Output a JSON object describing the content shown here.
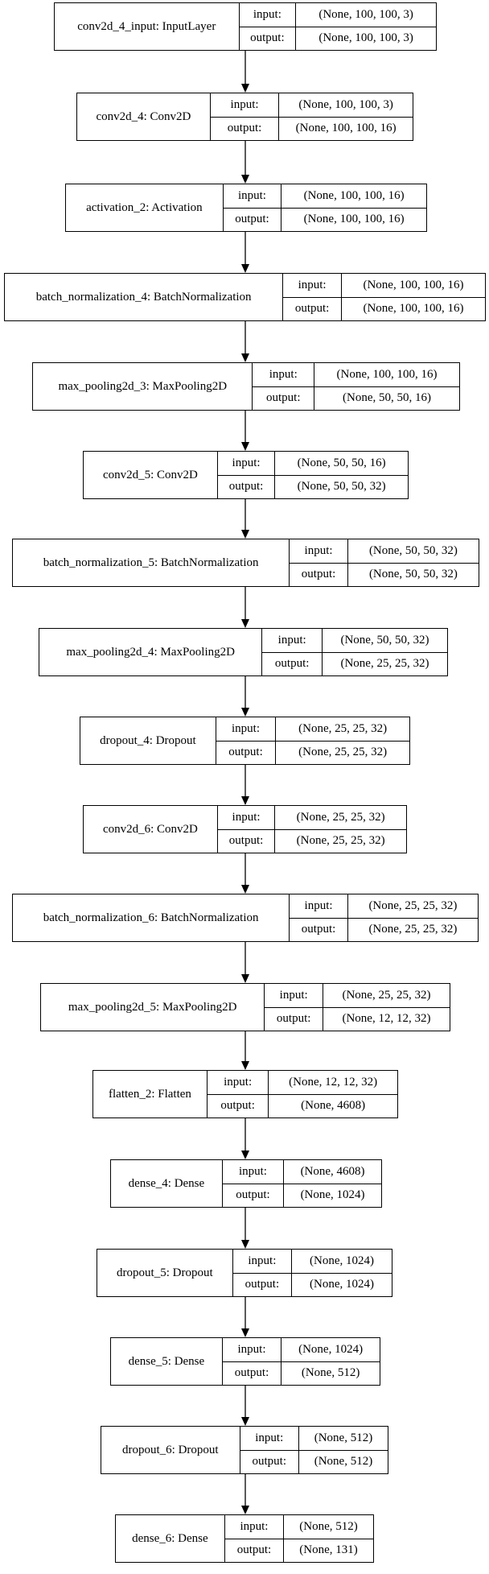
{
  "labels": {
    "input": "input:",
    "output": "output:"
  },
  "layers": [
    {
      "name": "conv2d_4_input: InputLayer",
      "input": "(None, 100, 100, 3)",
      "output": "(None, 100, 100, 3)"
    },
    {
      "name": "conv2d_4: Conv2D",
      "input": "(None, 100, 100, 3)",
      "output": "(None, 100, 100, 16)"
    },
    {
      "name": "activation_2: Activation",
      "input": "(None, 100, 100, 16)",
      "output": "(None, 100, 100, 16)"
    },
    {
      "name": "batch_normalization_4: BatchNormalization",
      "input": "(None, 100, 100, 16)",
      "output": "(None, 100, 100, 16)"
    },
    {
      "name": "max_pooling2d_3: MaxPooling2D",
      "input": "(None, 100, 100, 16)",
      "output": "(None, 50, 50, 16)"
    },
    {
      "name": "conv2d_5: Conv2D",
      "input": "(None, 50, 50, 16)",
      "output": "(None, 50, 50, 32)"
    },
    {
      "name": "batch_normalization_5: BatchNormalization",
      "input": "(None, 50, 50, 32)",
      "output": "(None, 50, 50, 32)"
    },
    {
      "name": "max_pooling2d_4: MaxPooling2D",
      "input": "(None, 50, 50, 32)",
      "output": "(None, 25, 25, 32)"
    },
    {
      "name": "dropout_4: Dropout",
      "input": "(None, 25, 25, 32)",
      "output": "(None, 25, 25, 32)"
    },
    {
      "name": "conv2d_6: Conv2D",
      "input": "(None, 25, 25, 32)",
      "output": "(None, 25, 25, 32)"
    },
    {
      "name": "batch_normalization_6: BatchNormalization",
      "input": "(None, 25, 25, 32)",
      "output": "(None, 25, 25, 32)"
    },
    {
      "name": "max_pooling2d_5: MaxPooling2D",
      "input": "(None, 25, 25, 32)",
      "output": "(None, 12, 12, 32)"
    },
    {
      "name": "flatten_2: Flatten",
      "input": "(None, 12, 12, 32)",
      "output": "(None, 4608)"
    },
    {
      "name": "dense_4: Dense",
      "input": "(None, 4608)",
      "output": "(None, 1024)"
    },
    {
      "name": "dropout_5: Dropout",
      "input": "(None, 1024)",
      "output": "(None, 1024)"
    },
    {
      "name": "dense_5: Dense",
      "input": "(None, 1024)",
      "output": "(None, 512)"
    },
    {
      "name": "dropout_6: Dropout",
      "input": "(None, 512)",
      "output": "(None, 512)"
    },
    {
      "name": "dense_6: Dense",
      "input": "(None, 512)",
      "output": "(None, 131)"
    }
  ]
}
